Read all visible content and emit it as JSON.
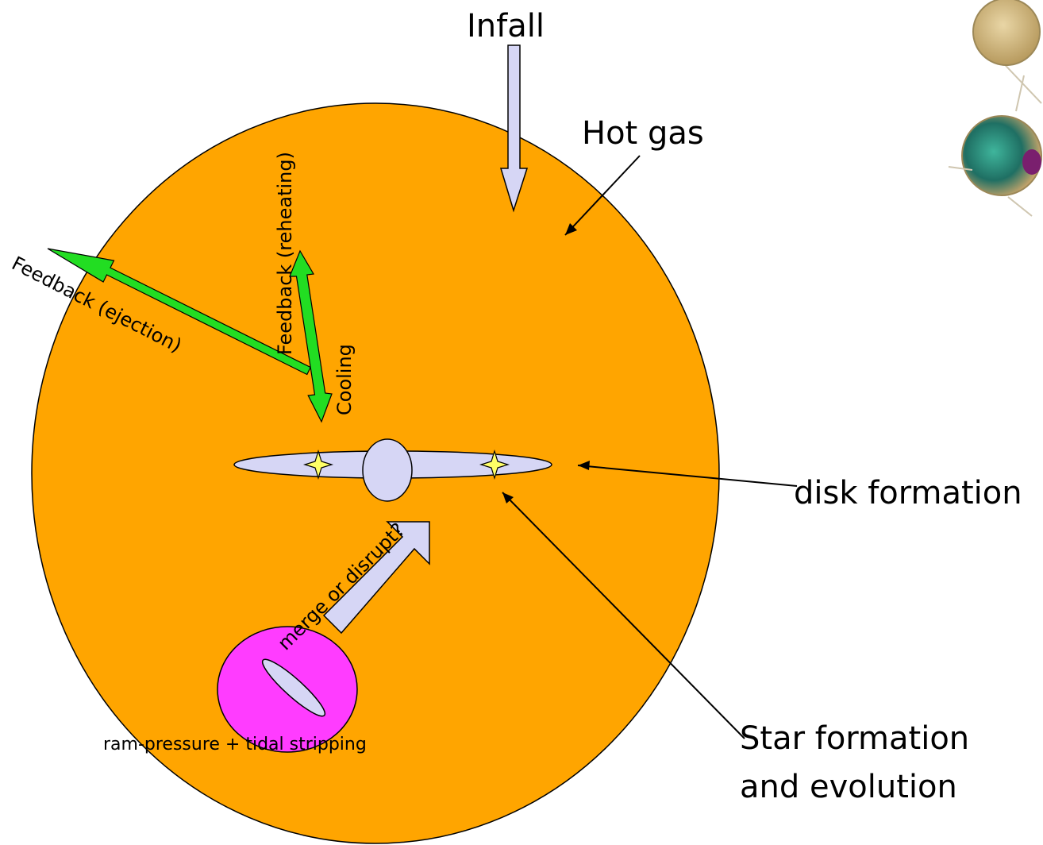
{
  "labels": {
    "infall": "Infall",
    "hot_gas": "Hot gas",
    "feedback_reheating": "Feedback (reheating)",
    "feedback_ejection": "Feedback (ejection)",
    "cooling": "Cooling",
    "disk_formation": "disk formation",
    "merge_or_disrupt": "merge or disrupt?",
    "stripping": "ram-pressure + tidal stripping",
    "star_formation_line1": "Star formation",
    "star_formation_line2": "and evolution"
  },
  "colors": {
    "halo": "#FFA500",
    "disk": "#D6D6F5",
    "green_arrow": "#22DD22",
    "satellite": "#FF3CFF",
    "star": "#FFFF66",
    "outline": "#000000"
  },
  "icons": {
    "star": "four-point-star-icon",
    "thumbnail": "galaxy-halo-thumbnail-icon"
  }
}
